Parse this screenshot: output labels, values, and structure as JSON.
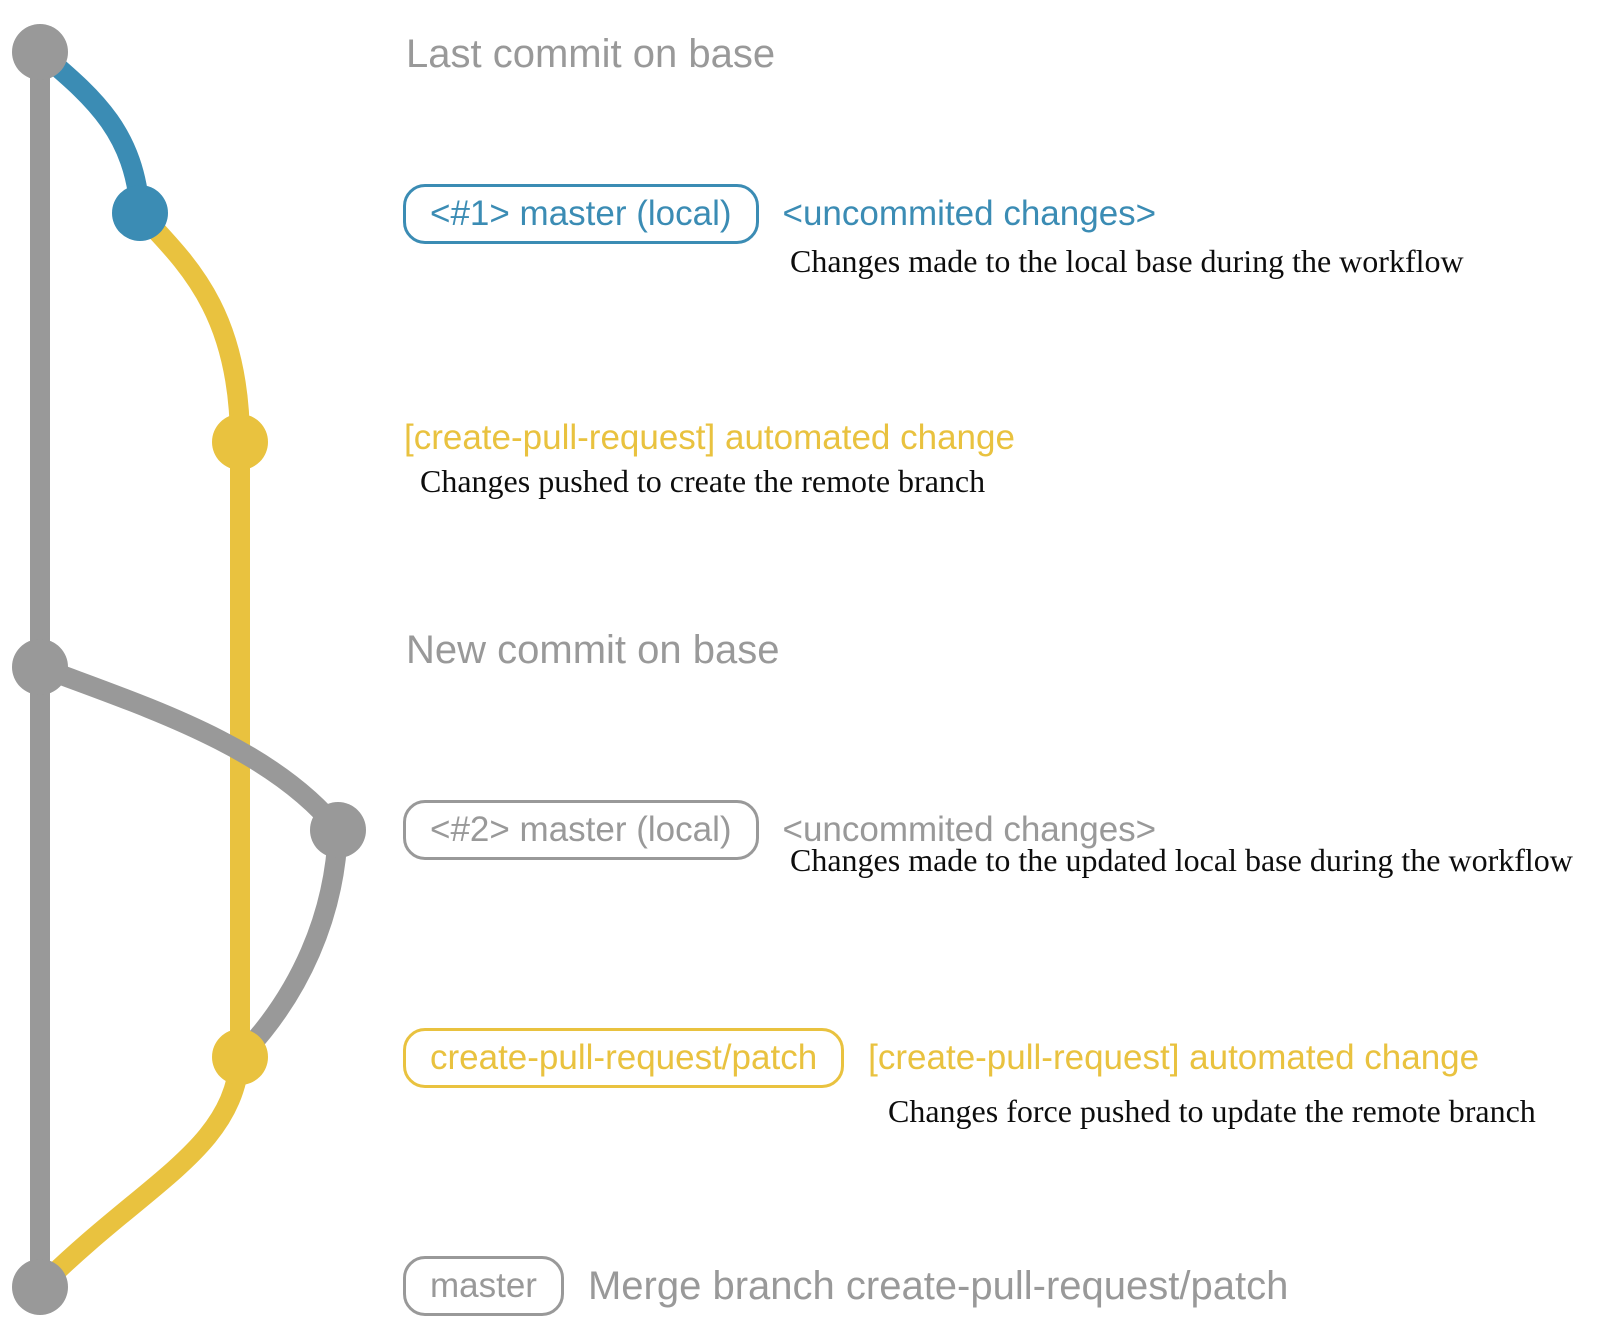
{
  "colors": {
    "gray": "#999999",
    "blue": "#3b8cb4",
    "yellow": "#e9c23f",
    "ink": "#0d0d0d"
  },
  "nodes": {
    "last_commit": {
      "label": "Last commit on base"
    },
    "local_change_1": {
      "badge": "<#1> master (local)",
      "annotation": "<uncommited changes>",
      "description": "Changes made to the local base during the workflow"
    },
    "automated_change_1": {
      "annotation": "[create-pull-request] automated change",
      "description": "Changes pushed to create the remote branch"
    },
    "new_commit": {
      "label": "New commit on base"
    },
    "local_change_2": {
      "badge": "<#2> master (local)",
      "annotation": "<uncommited changes>",
      "description": "Changes made to the updated local base during the workflow"
    },
    "automated_change_2": {
      "badge": "create-pull-request/patch",
      "annotation": "[create-pull-request] automated change",
      "description": "Changes force pushed to update the remote branch"
    },
    "merge_commit": {
      "badge": "master",
      "label": "Merge branch create-pull-request/patch"
    }
  }
}
